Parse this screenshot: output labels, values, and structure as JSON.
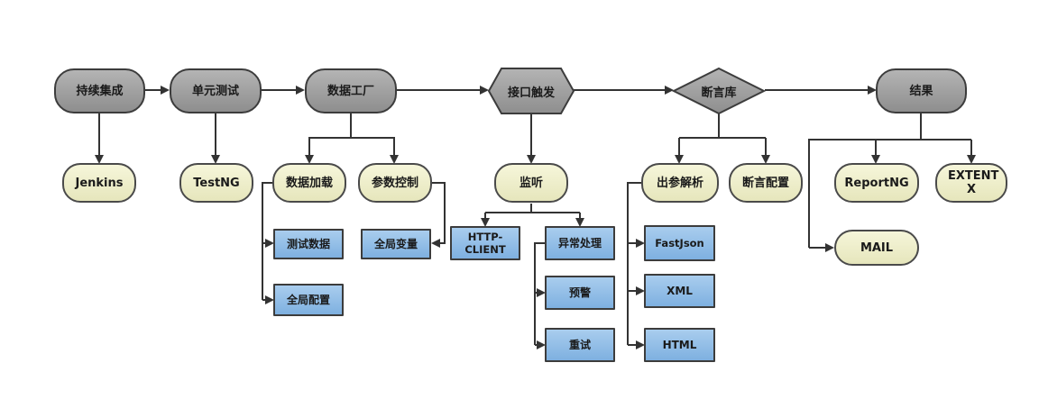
{
  "diagram": {
    "main": {
      "ci": "持续集成",
      "unit_test": "单元测试",
      "data_factory": "数据工厂",
      "api_trigger": "接口触发",
      "assertion_lib": "断言库",
      "result": "结果"
    },
    "sub": {
      "jenkins": "Jenkins",
      "testng": "TestNG",
      "data_loading": "数据加载",
      "param_control": "参数控制",
      "listen": "监听",
      "output_parse": "出参解析",
      "assert_config": "断言配置",
      "reportng": "ReportNG",
      "extentx": "EXTENT X",
      "mail": "MAIL"
    },
    "leaf": {
      "test_data": "测试数据",
      "global_config": "全局配置",
      "global_vars": "全局变量",
      "http_client": "HTTP-CLIENT",
      "exception": "异常处理",
      "warning": "预警",
      "retry": "重试",
      "fastjson": "FastJson",
      "xml": "XML",
      "html": "HTML"
    }
  }
}
